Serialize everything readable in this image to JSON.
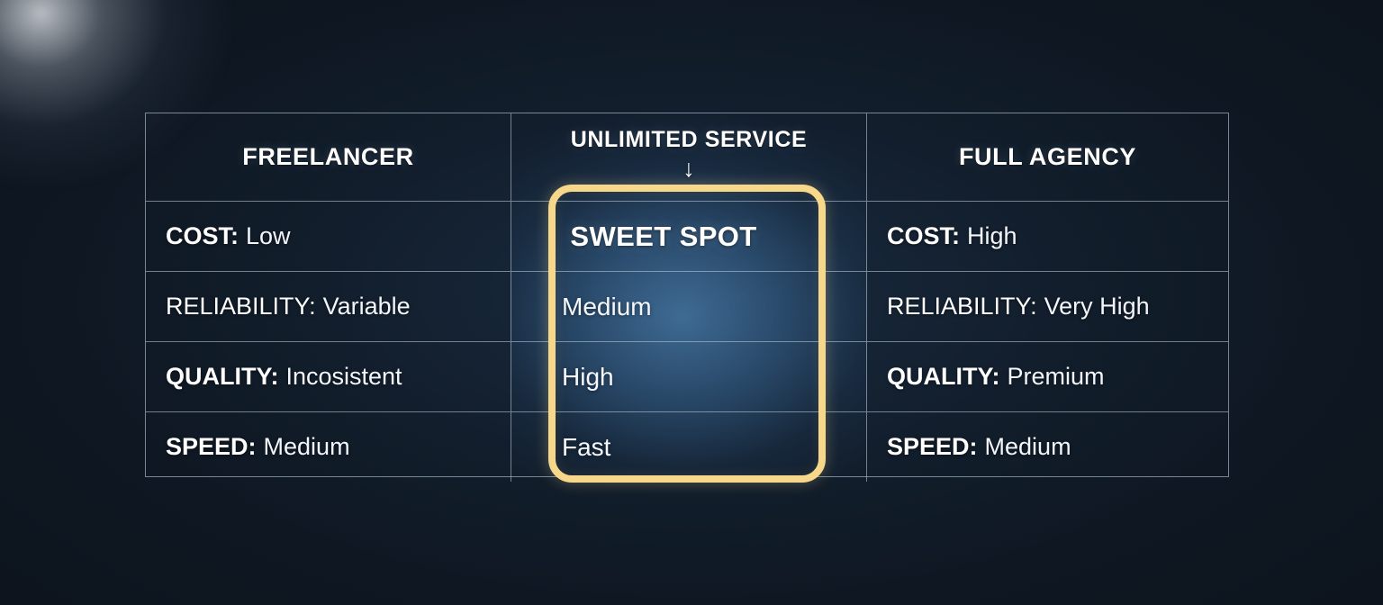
{
  "slide": {
    "background_color": "#16202e",
    "accent_color": "#f7d78a",
    "center_highlight_color": "#3a6e9e"
  },
  "table": {
    "columns": [
      {
        "header": "FREELANCER"
      },
      {
        "header": "UNLIMITED SERVICE",
        "arrow_icon": "↓"
      },
      {
        "header": "FULL AGENCY"
      }
    ],
    "rows": [
      {
        "freelancer": {
          "label": "COST:",
          "value": "Low",
          "label_bold": true
        },
        "unlimited": {
          "value": "SWEET SPOT",
          "emphasis": true
        },
        "agency": {
          "label": "COST:",
          "value": "High",
          "label_bold": true
        }
      },
      {
        "freelancer": {
          "label": "RELIABILITY:",
          "value": "Variable",
          "label_bold": false
        },
        "unlimited": {
          "value": "Medium",
          "emphasis": false
        },
        "agency": {
          "label": "RELIABILITY:",
          "value": "Very High",
          "label_bold": false
        }
      },
      {
        "freelancer": {
          "label": "QUALITY:",
          "value": "Incosistent",
          "label_bold": true
        },
        "unlimited": {
          "value": "High",
          "emphasis": false
        },
        "agency": {
          "label": "QUALITY:",
          "value": "Premium",
          "label_bold": true
        }
      },
      {
        "freelancer": {
          "label": "SPEED:",
          "value": "Medium",
          "label_bold": true
        },
        "unlimited": {
          "value": "Fast",
          "emphasis": false
        },
        "agency": {
          "label": "SPEED:",
          "value": "Medium",
          "label_bold": true
        }
      }
    ]
  }
}
